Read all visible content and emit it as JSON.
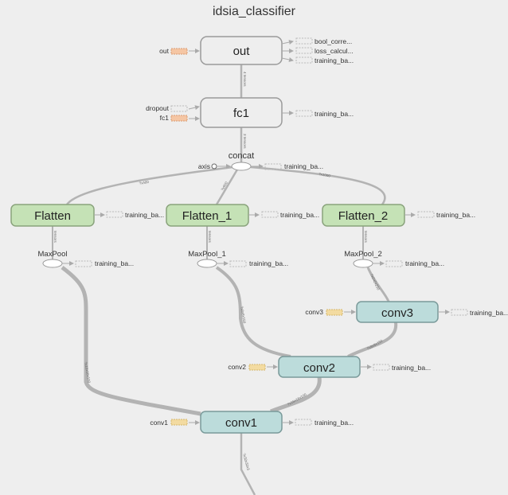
{
  "title": "idsia_classifier",
  "nodes": {
    "out": "out",
    "fc1": "fc1",
    "concat": "concat",
    "axis": "axis",
    "flatten": "Flatten",
    "flatten_1": "Flatten_1",
    "flatten_2": "Flatten_2",
    "maxpool": "MaxPool",
    "maxpool_1": "MaxPool_1",
    "maxpool_2": "MaxPool_2",
    "conv1": "conv1",
    "conv2": "conv2",
    "conv3": "conv3"
  },
  "inputs": {
    "out_var": "out",
    "dropout": "dropout",
    "fc1_var": "fc1",
    "conv1_var": "conv1",
    "conv2_var": "conv2",
    "conv3_var": "conv3"
  },
  "outputs": {
    "bool_correct": "bool_corre...",
    "loss_calc": "loss_calcul...",
    "training": "training_ba..."
  },
  "edges": {
    "fc1_out": "4 tensors",
    "concat_fc1": "3 tensors",
    "flatten_concat": "?x400",
    "flatten1_concat": "?x600",
    "flatten2_concat": "?x1000",
    "tensors": "tensors",
    "mp_conv1": "?x16x16x100",
    "conv1_conv2": "?x16x16x100",
    "mp1_conv2": "?x8x8x150",
    "conv2_conv3": "?x8x8x150",
    "mp2_conv3": "?x2x2x250",
    "input_conv1": "?x32x32x3"
  }
}
